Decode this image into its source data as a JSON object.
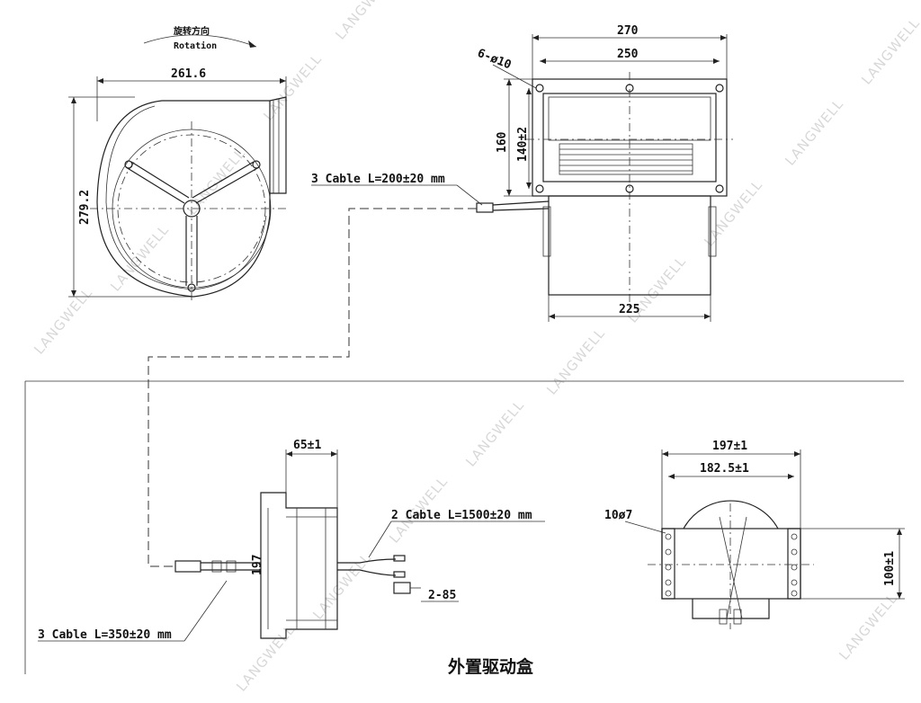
{
  "rotation": {
    "cn": "旋转方向",
    "en": "Rotation"
  },
  "front_view": {
    "width": "261.6",
    "height": "279.2"
  },
  "side_view": {
    "top_width": "270",
    "inner_width": "250",
    "holes": "6-ø10",
    "height": "160",
    "hole_pitch": "140±2",
    "body_width": "225"
  },
  "cables": {
    "motor": "3 Cable L=200±20 mm",
    "driver_output": "2 Cable L=1500±20 mm",
    "driver_input": "3 Cable L=350±20 mm"
  },
  "driver_side": {
    "depth": "65±1",
    "height": "197",
    "terminal": "2-85"
  },
  "driver_front": {
    "outer_width": "197±1",
    "inner_width": "182.5±1",
    "holes": "10ø7",
    "height": "100±1"
  },
  "driver_title": "外置驱动盒",
  "watermark": "LANGWELL"
}
